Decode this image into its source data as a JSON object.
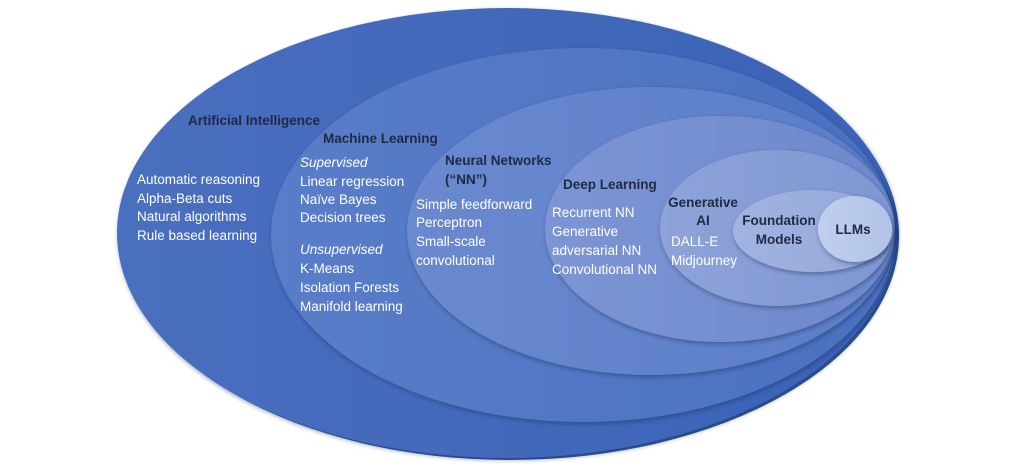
{
  "diagram": {
    "type": "nested-ellipses",
    "layers": [
      {
        "id": "ai",
        "title": "Artificial Intelligence",
        "color": "#4468b8",
        "items": [
          "Automatic reasoning",
          "Alpha-Beta cuts",
          "Natural algorithms",
          "Rule based learning"
        ]
      },
      {
        "id": "ml",
        "title": "Machine Learning",
        "color": "#5176c4",
        "groups": [
          {
            "heading": "Supervised",
            "items": [
              "Linear regression",
              "Naïve Bayes",
              "Decision trees"
            ]
          },
          {
            "heading": "Unsupervised",
            "items": [
              "K-Means",
              "Isolation Forests",
              "Manifold learning"
            ]
          }
        ]
      },
      {
        "id": "nn",
        "title_lines": [
          "Neural Networks",
          "(“NN”)"
        ],
        "color": "#6283cb",
        "items": [
          "Simple feedforward",
          "Perceptron",
          "Small-scale",
          "convolutional"
        ]
      },
      {
        "id": "dl",
        "title": "Deep Learning",
        "color": "#7690d2",
        "items": [
          "Recurrent NN",
          "Generative",
          "adversarial NN",
          "Convolutional NN"
        ]
      },
      {
        "id": "genai",
        "title_lines": [
          "Generative",
          "AI"
        ],
        "color": "#889fd8",
        "items": [
          "DALL-E",
          "Midjourney"
        ]
      },
      {
        "id": "fm",
        "title_lines": [
          "Foundation",
          "Models"
        ],
        "color": "#9aaedf"
      },
      {
        "id": "llm",
        "title": "LLMs",
        "color": "#b6c7ea"
      }
    ]
  }
}
